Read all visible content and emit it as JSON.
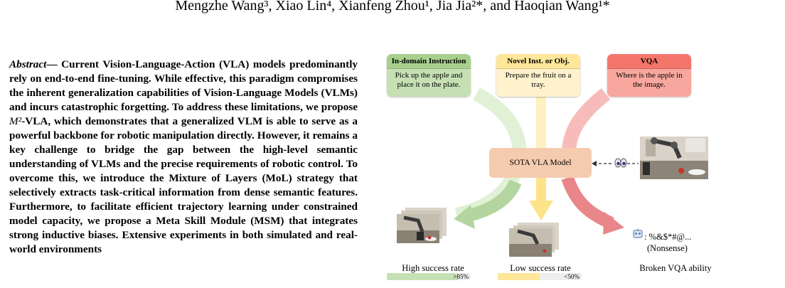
{
  "authors_line": "Mengzhe Wang³, Xiao Lin⁴, Xianfeng Zhou¹, Jia Jia²*, and Haoqian Wang¹*",
  "abstract": {
    "lead": "Abstract",
    "dash": "— ",
    "part1": "Current Vision-Language-Action (VLA) models predominantly rely on end-to-end fine-tuning. While effective, this paradigm compromises the inherent generalization capabilities of Vision-Language Models (VLMs) and incurs catastrophic forgetting. To address these limitations, we propose ",
    "m2": "M²",
    "part2": "-VLA, which demonstrates that a generalized VLM is able to serve as a powerful backbone for robotic manipulation directly. However, it remains a key challenge to bridge the gap between the high-level semantic understanding of VLMs and the precise requirements of robotic control. To overcome this, we introduce the Mixture of Layers (MoL) strategy that selectively extracts task-critical information from dense semantic features. Furthermore, to facilitate efficient trajectory learning under constrained model capacity, we propose a Meta Skill Module (MSM) that integrates strong inductive biases. Extensive experiments in both simulated and real-world environments"
  },
  "figure": {
    "cards": [
      {
        "title": "In-domain Instruction",
        "body": "Pick up the apple and place it on the plate.",
        "color": "#a8d08d",
        "body_color": "#c6e0b4"
      },
      {
        "title": "Novel Inst. or Obj.",
        "body": "Prepare the fruit on a tray.",
        "color": "#ffe699",
        "body_color": "#fff2cc"
      },
      {
        "title": "VQA",
        "body": "Where is the apple in the image.",
        "color": "#f4766a",
        "body_color": "#f8a79e"
      }
    ],
    "model_label": "SOTA VLA Model",
    "outcomes": [
      {
        "label": "High success rate",
        "percent_label": ">85%",
        "fill_fraction": 0.85,
        "color": "#c6e0b4"
      },
      {
        "label": "Low success rate",
        "percent_label": "<50%",
        "fill_fraction": 0.5,
        "color": "#ffe699"
      },
      {
        "label": "Broken VQA ability"
      }
    ],
    "vqa_output": ": %&$*#@...",
    "vqa_note": "(Nonsense)",
    "icons": [
      "eyes-icon",
      "robot-icon"
    ],
    "arrow_colors": {
      "green": "#b5d5a0",
      "yellow": "#fde388",
      "red": "#e9868a"
    }
  }
}
